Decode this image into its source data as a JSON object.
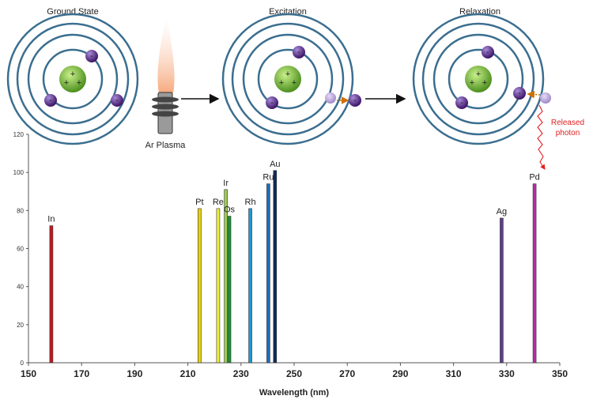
{
  "stages": {
    "ground": "Ground State",
    "excitation": "Excitation",
    "relaxation": "Relaxation"
  },
  "torch_label": "Ar Plasma",
  "photon_label": [
    "Released",
    "photon"
  ],
  "nucleus_sign": "+",
  "electron_sign": "-",
  "colors": {
    "orbit": "#3b6e8f",
    "nucleus": "#7bc043",
    "electron": "#5b2a86",
    "photon_arrow": "#e02020",
    "transition_arrow": "#d07000"
  },
  "chart_data": {
    "type": "bar",
    "xlabel": "Wavelength (nm)",
    "ylabel": "",
    "xlim": [
      150,
      350
    ],
    "ylim": [
      0,
      120
    ],
    "xticks": [
      150,
      170,
      190,
      210,
      230,
      250,
      270,
      290,
      310,
      330,
      350
    ],
    "yticks": [
      0,
      20,
      40,
      60,
      80,
      100,
      120
    ],
    "bars": [
      {
        "label": "In",
        "x": 158.6,
        "y": 72,
        "color": "#c0191f"
      },
      {
        "label": "Pt",
        "x": 214.4,
        "y": 81,
        "color": "#e8d20a"
      },
      {
        "label": "Re",
        "x": 221.4,
        "y": 81,
        "color": "#f2ef3a"
      },
      {
        "label": "Ir",
        "x": 224.3,
        "y": 91,
        "color": "#9ccc50"
      },
      {
        "label": "Os",
        "x": 225.6,
        "y": 77,
        "color": "#1f8f3a"
      },
      {
        "label": "Rh",
        "x": 233.5,
        "y": 81,
        "color": "#1e9ad6"
      },
      {
        "label": "Ru",
        "x": 240.3,
        "y": 94,
        "color": "#1f6fb8"
      },
      {
        "label": "Au",
        "x": 242.8,
        "y": 101,
        "color": "#0d2a5c"
      },
      {
        "label": "Ag",
        "x": 328.1,
        "y": 76,
        "color": "#5e3f8f"
      },
      {
        "label": "Pd",
        "x": 340.5,
        "y": 94,
        "color": "#b52fa8"
      }
    ]
  }
}
